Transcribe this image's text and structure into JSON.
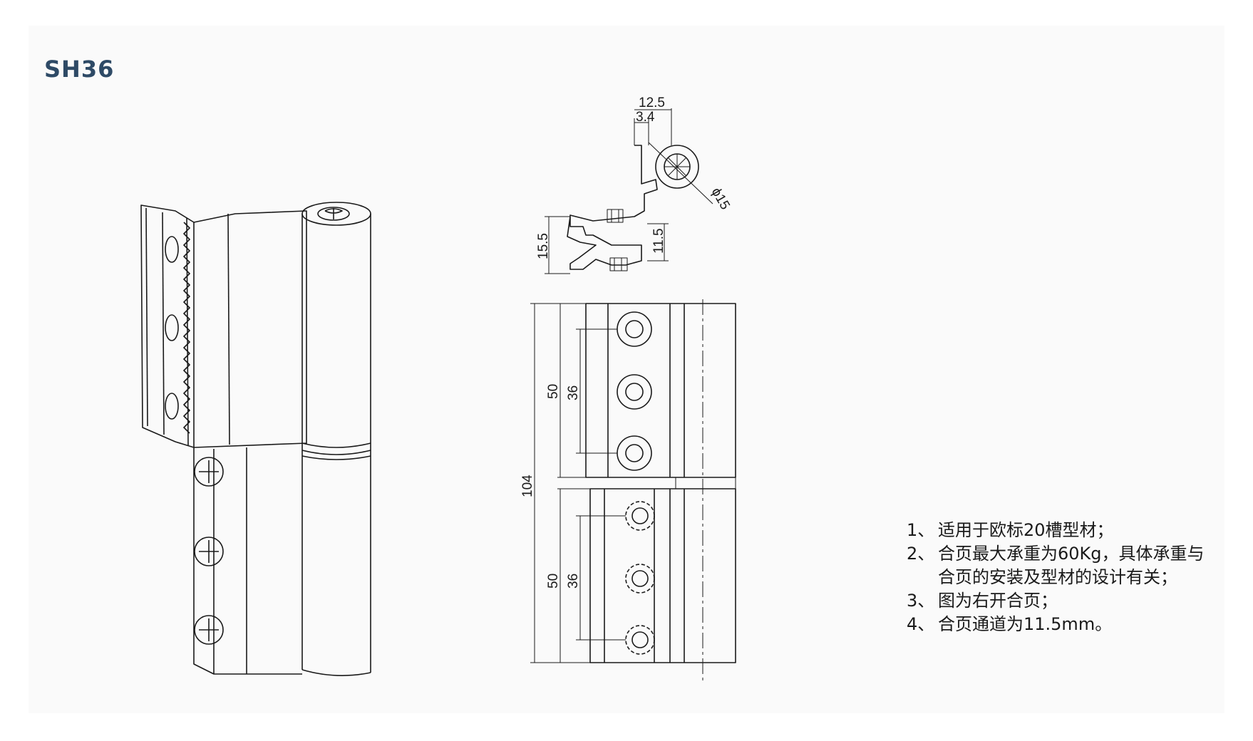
{
  "title": "SH36",
  "colors": {
    "title": "#2e4a66",
    "line": "#1a1a1a",
    "background": "#fafafa"
  },
  "dimensions": {
    "width_total": "12.5",
    "offset": "3.4",
    "diameter": "ϕ15",
    "height_left": "15.5",
    "channel": "11.5",
    "total_length": "104",
    "upper_span": "50",
    "upper_pitch": "36",
    "lower_span": "50",
    "lower_pitch": "36"
  },
  "notes": [
    {
      "num": "1、",
      "text": "适用于欧标20槽型材；"
    },
    {
      "num": "2、",
      "text": "合页最大承重为60Kg，具体承重与合页的安装及型材的设计有关；"
    },
    {
      "num": "3、",
      "text": "图为右开合页；"
    },
    {
      "num": "4、",
      "text": "合页通道为11.5mm。"
    }
  ]
}
